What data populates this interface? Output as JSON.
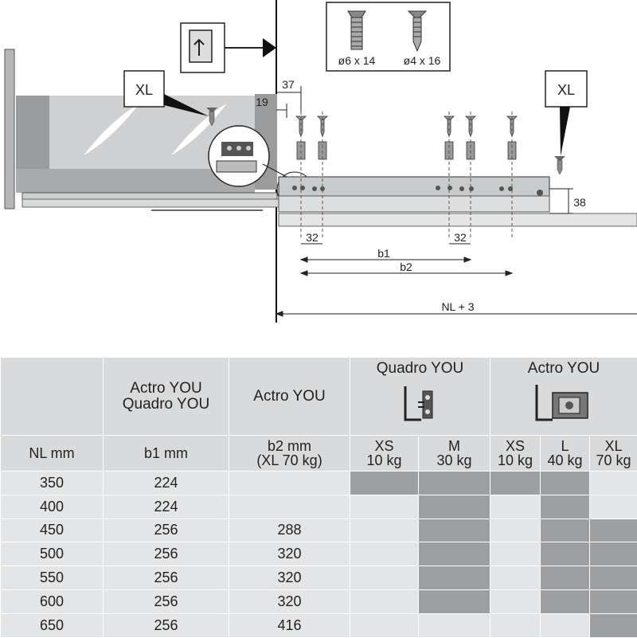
{
  "drawing": {
    "screw_left_label": "ø6 x 14",
    "screw_right_label": "ø4 x 16",
    "callout_left": "XL",
    "callout_right": "XL",
    "dim_37": "37",
    "dim_19": "19",
    "dim_38": "38",
    "dim_32_left": "32",
    "dim_32_right": "32",
    "dim_b1": "b1",
    "dim_b2": "b2",
    "dim_nl": "NL + 3"
  },
  "table": {
    "header": {
      "col_b1": "Actro YOU\nQuadro YOU",
      "col_b2": "Actro YOU",
      "group_quadro": "Quadro YOU",
      "group_actro": "Actro YOU"
    },
    "subheader": {
      "nl": "NL mm",
      "b1": "b1 mm",
      "b2": "b2 mm\n(XL 70 kg)",
      "xs_q": "XS\n10 kg",
      "m_q": "M\n30 kg",
      "xs_a": "XS\n10 kg",
      "l_a": "L\n40 kg",
      "xl_a": "XL\n70 kg"
    },
    "rows": [
      {
        "nl": "350",
        "b1": "224",
        "b2": "",
        "xs_q": true,
        "m_q": true,
        "xs_a": true,
        "l_a": true,
        "xl_a": false
      },
      {
        "nl": "400",
        "b1": "224",
        "b2": "",
        "xs_q": false,
        "m_q": true,
        "xs_a": false,
        "l_a": true,
        "xl_a": false
      },
      {
        "nl": "450",
        "b1": "256",
        "b2": "288",
        "xs_q": false,
        "m_q": true,
        "xs_a": false,
        "l_a": true,
        "xl_a": true
      },
      {
        "nl": "500",
        "b1": "256",
        "b2": "320",
        "xs_q": false,
        "m_q": true,
        "xs_a": false,
        "l_a": true,
        "xl_a": true
      },
      {
        "nl": "550",
        "b1": "256",
        "b2": "320",
        "xs_q": false,
        "m_q": true,
        "xs_a": false,
        "l_a": true,
        "xl_a": true
      },
      {
        "nl": "600",
        "b1": "256",
        "b2": "320",
        "xs_q": false,
        "m_q": true,
        "xs_a": false,
        "l_a": true,
        "xl_a": true
      },
      {
        "nl": "650",
        "b1": "256",
        "b2": "416",
        "xs_q": false,
        "m_q": false,
        "xs_a": false,
        "l_a": false,
        "xl_a": true
      }
    ],
    "fill_color": "#9e9fa1"
  }
}
